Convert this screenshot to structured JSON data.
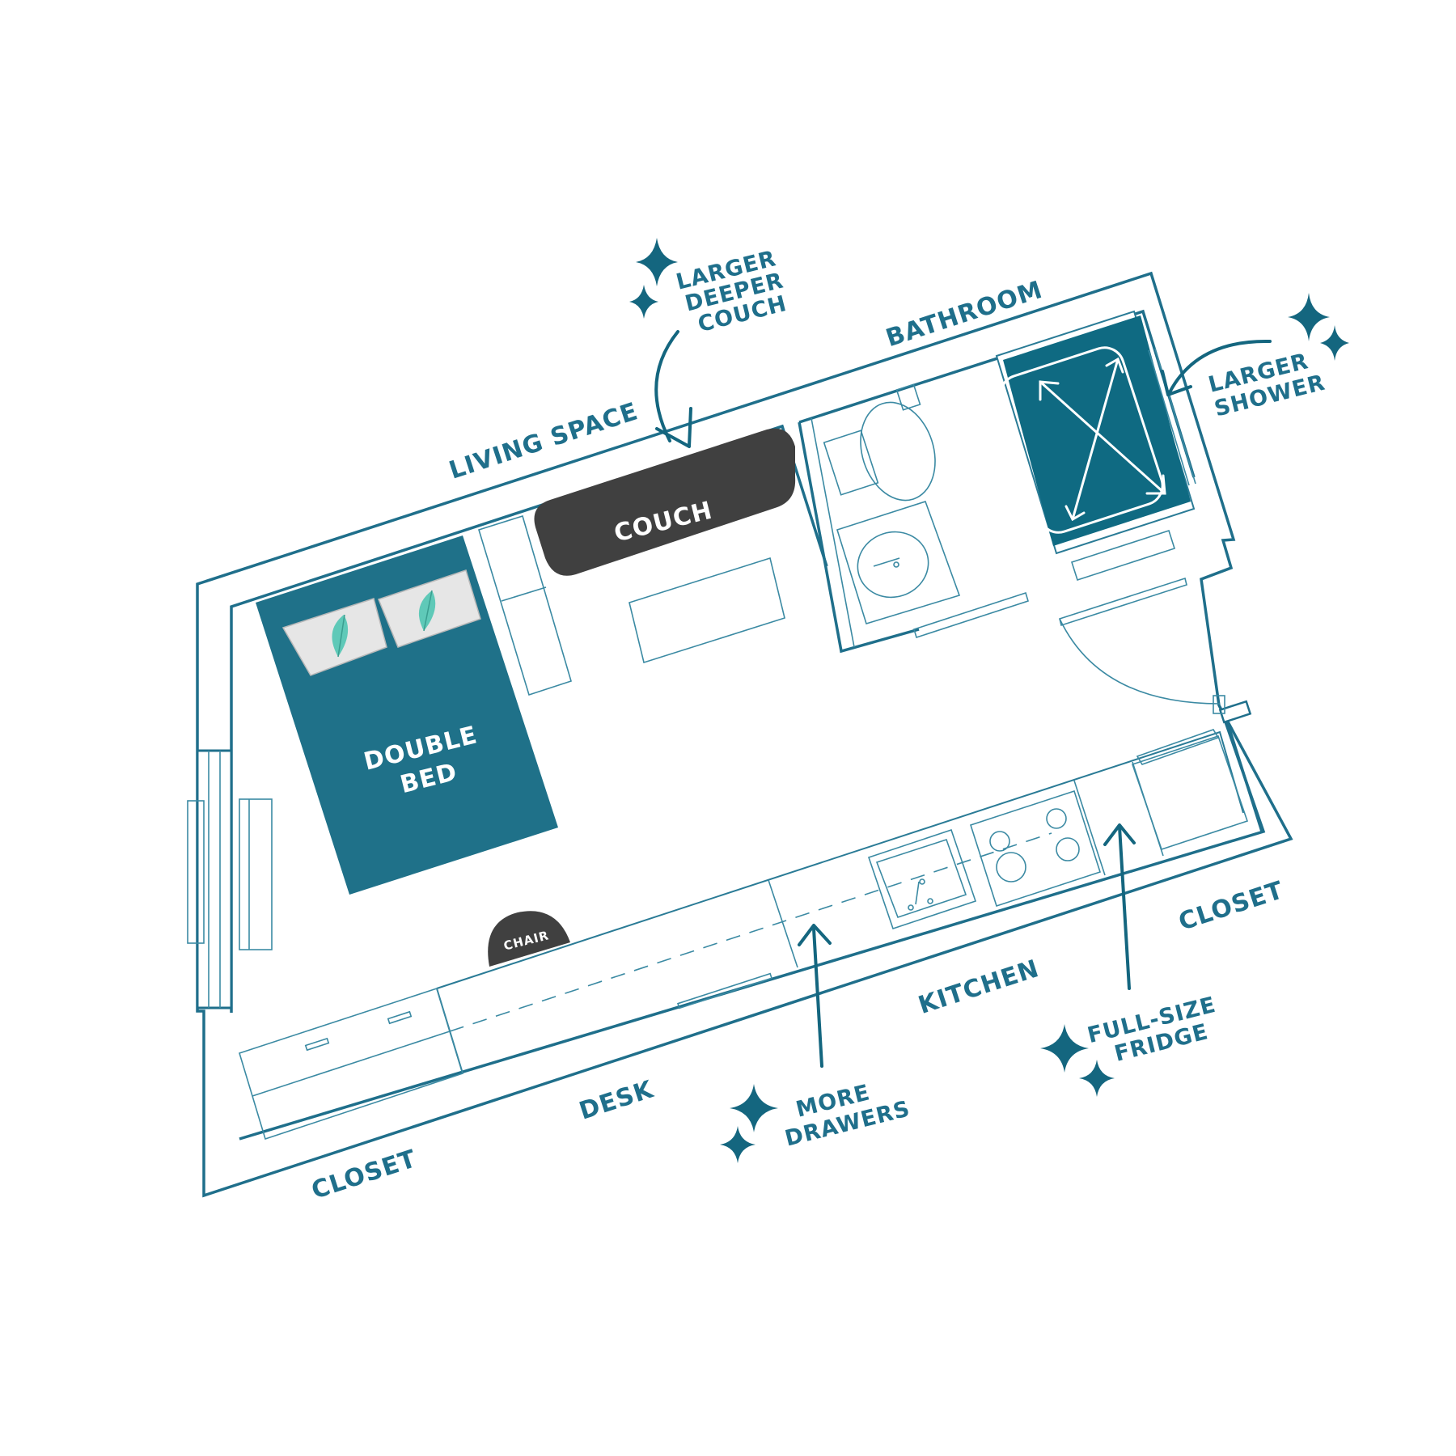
{
  "colors": {
    "primary": "#1f6f8b",
    "bed": "#1f7189",
    "shower": "#0f6a82",
    "dark_furniture": "#404040",
    "pillow": "#e6e6e6",
    "feather": "#5fc9b8"
  },
  "room_labels": {
    "living_space": "LIVING SPACE",
    "bathroom": "BATHROOM",
    "kitchen": "KITCHEN",
    "desk": "DESK",
    "closet_left": "CLOSET",
    "closet_right": "CLOSET"
  },
  "furniture": {
    "couch": "COUCH",
    "double_bed_line1": "DOUBLE",
    "double_bed_line2": "BED",
    "chair": "CHAIR"
  },
  "callouts": {
    "couch_line1": "LARGER",
    "couch_line2": "DEEPER",
    "couch_line3": "COUCH",
    "shower_line1": "LARGER",
    "shower_line2": "SHOWER",
    "drawers_line1": "MORE",
    "drawers_line2": "DRAWERS",
    "fridge_line1": "FULL-SIZE",
    "fridge_line2": "FRIDGE"
  },
  "icons": [
    "sparkle-icon",
    "arrow-icon",
    "feather-icon",
    "shower-arrows-icon",
    "sink-icon",
    "toilet-icon",
    "stove-icon"
  ]
}
